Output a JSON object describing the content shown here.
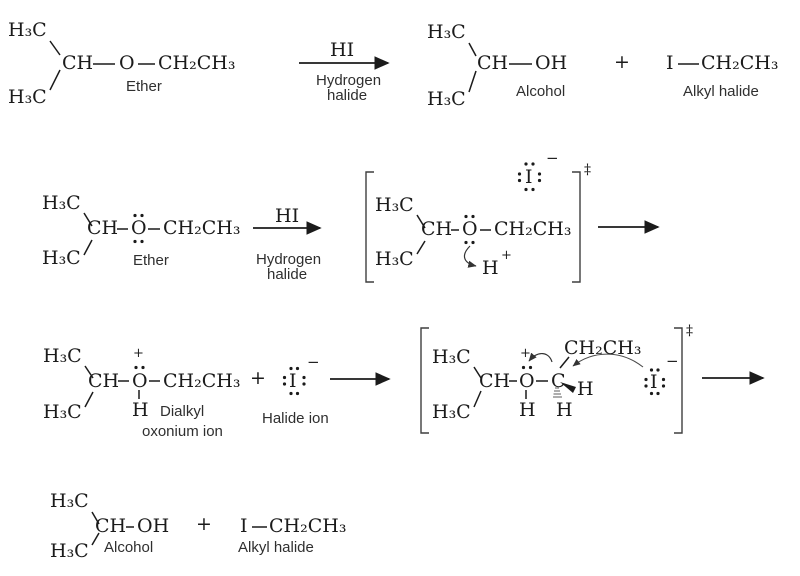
{
  "colors": {
    "background": "#ffffff",
    "formula_ink": "#1b1b1b",
    "label_ink": "#2f2f2f",
    "bracket_ink": "#3f3f3f",
    "hash_wedge": "#8c8c8c"
  },
  "symbols": {
    "methyl": "H₃C",
    "methine": "CH",
    "oxygen": "O",
    "hydroxyl": "OH",
    "ethyl": "CH₂CH₃",
    "iodine": "I",
    "hydrogen": "H",
    "carbon": "C",
    "hydrogen_iodide": "HI",
    "plus": "+",
    "plus_charge": "+",
    "minus_charge": "−",
    "transition_state": "‡"
  },
  "labels": {
    "ether": "Ether",
    "alcohol": "Alcohol",
    "alkyl_halide": "Alkyl halide",
    "hydrogen_halide_line1": "Hydrogen",
    "hydrogen_halide_line2": "halide",
    "dialkyl_oxonium_line1": "Dialkyl",
    "dialkyl_oxonium_line2": "oxonium ion",
    "halide_ion": "Halide ion"
  }
}
